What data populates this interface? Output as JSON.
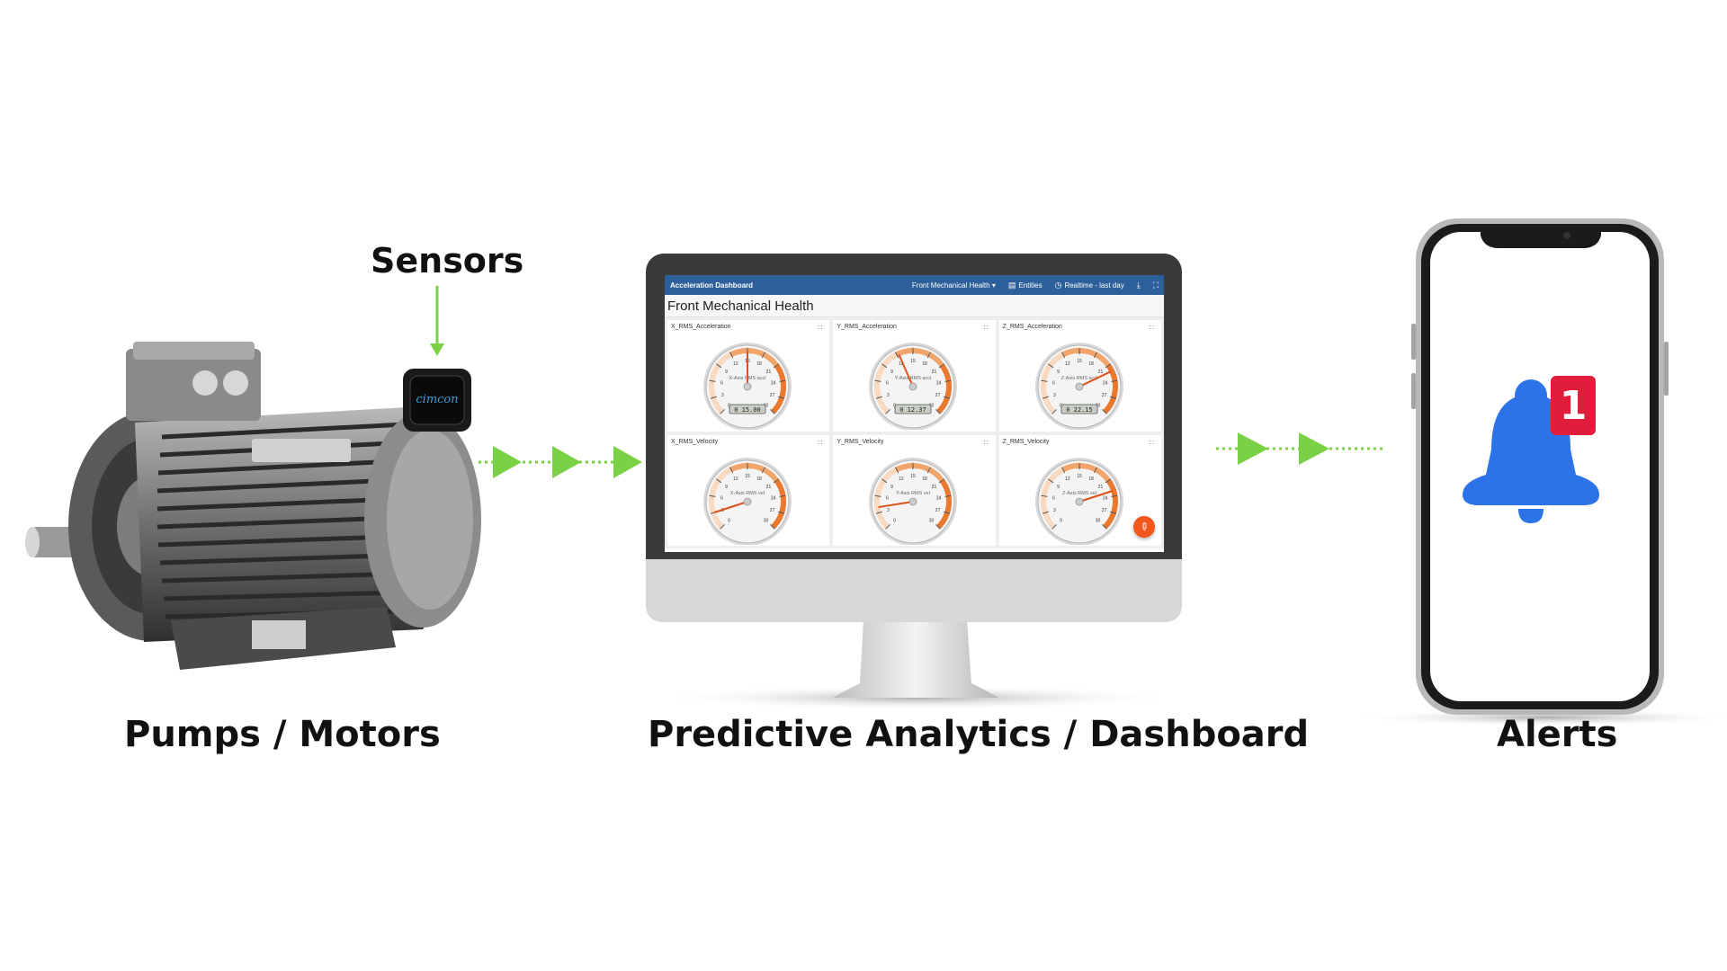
{
  "captions": {
    "sensors": "Sensors",
    "motor": "Pumps / Motors",
    "dashboard": "Predictive Analytics / Dashboard",
    "alerts": "Alerts"
  },
  "sensor_logo_text": "cimcon",
  "dashboard": {
    "header_title": "Acceleration Dashboard",
    "header_state": "Front Mechanical Health ▾",
    "header_entities": "Entities",
    "header_time": "Realtime - last day",
    "subtitle": "Front Mechanical Health",
    "gauges": [
      {
        "title": "X_RMS_Acceleration",
        "inner": "X-Axis RMS accl",
        "readout": "0 15.00",
        "value": 15.0
      },
      {
        "title": "Y_RMS_Acceleration",
        "inner": "Y-Axis RMS accl",
        "readout": "0 12.37",
        "value": 12.37
      },
      {
        "title": "Z_RMS_Acceleration",
        "inner": "Z-Axis RMS accl",
        "readout": "0 22.15",
        "value": 22.15
      },
      {
        "title": "X_RMS_Velocity",
        "inner": "X-Axis RMS vel",
        "readout": "",
        "value": 3.0
      },
      {
        "title": "Y_RMS_Velocity",
        "inner": "Y-Axis RMS vel",
        "readout": "",
        "value": 4.0
      },
      {
        "title": "Z_RMS_Velocity",
        "inner": "Z-Axis RMS vel",
        "readout": "",
        "value": 23.0
      }
    ],
    "gauge_ticks": [
      "0",
      "3",
      "6",
      "9",
      "12",
      "15",
      "18",
      "21",
      "24",
      "27",
      "30"
    ],
    "gauge_max": 30
  },
  "alerts": {
    "badge_count": "1"
  },
  "colors": {
    "arrow": "#7ad146",
    "header": "#2d5f9a",
    "bell": "#2b73e6",
    "badge": "#e11d3c",
    "gauge_band": "#e8792e",
    "monitor_frame": "#3a3a3a"
  },
  "icons": {
    "sensor_arrow": "down-arrow-icon",
    "flow_arrow": "right-triangle-arrow-icon",
    "bell": "bell-icon",
    "edit": "pencil-icon",
    "download": "download-icon",
    "fullscreen": "fullscreen-icon",
    "clock": "clock-icon",
    "entities": "entities-icon"
  }
}
